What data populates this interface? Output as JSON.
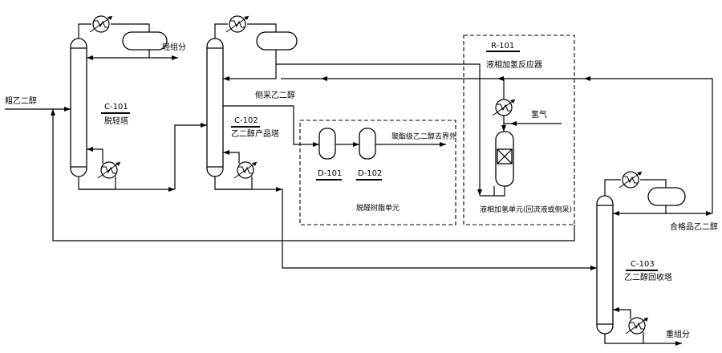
{
  "streams": {
    "crude_eg": "粗乙二醇",
    "light_ends": "轻组分",
    "side_draw": "侧采乙二醇",
    "hydrogen": "氢气",
    "polyester_eg": "聚酯级乙二醇去界外",
    "qualified_eg": "合格品乙二醇",
    "heavy_ends": "重组分"
  },
  "equipment": {
    "c101": {
      "tag": "C-101",
      "name": "脱轻塔"
    },
    "c102": {
      "tag": "C-102",
      "name": "乙二醇产品塔"
    },
    "c103": {
      "tag": "C-103",
      "name": "乙二醇回收塔"
    },
    "r101": {
      "tag": "R-101",
      "name": "液相加氢反应器"
    },
    "d101": {
      "tag": "D-101"
    },
    "d102": {
      "tag": "D-102"
    }
  },
  "units": {
    "resin": "脱醛树脂单元",
    "hydrogenation": "液相加氢单元(回流液或侧采)"
  }
}
